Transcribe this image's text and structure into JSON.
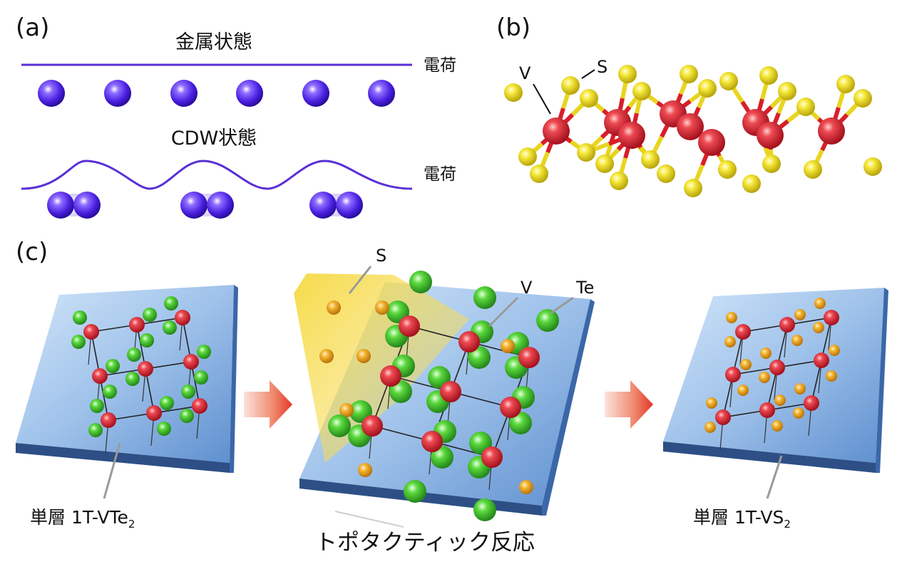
{
  "panel_a": {
    "label": "(a)",
    "metal_title": "金属状態",
    "cdw_title": "CDW状態",
    "charge_label": "電荷"
  },
  "panel_b": {
    "label": "(b)",
    "atom_v": "V",
    "atom_s": "S"
  },
  "panel_c": {
    "label": "(c)",
    "label_s": "S",
    "label_v": "V",
    "label_te": "Te",
    "left_caption": "単層 1T-VTe",
    "left_sub": "2",
    "right_caption": "単層 1T-VS",
    "right_sub": "2",
    "reaction": "トポタクティック反応"
  },
  "colors": {
    "charge_line": "#5a2fd6",
    "electron": "#4a1fe0",
    "vanadium": "#d81e2a",
    "sulfur": "#f2e21c",
    "tellurium": "#49c82e",
    "sulfur_c": "#f3a81e",
    "substrate": "#a9c8ea",
    "arrow": "#e8402e"
  }
}
